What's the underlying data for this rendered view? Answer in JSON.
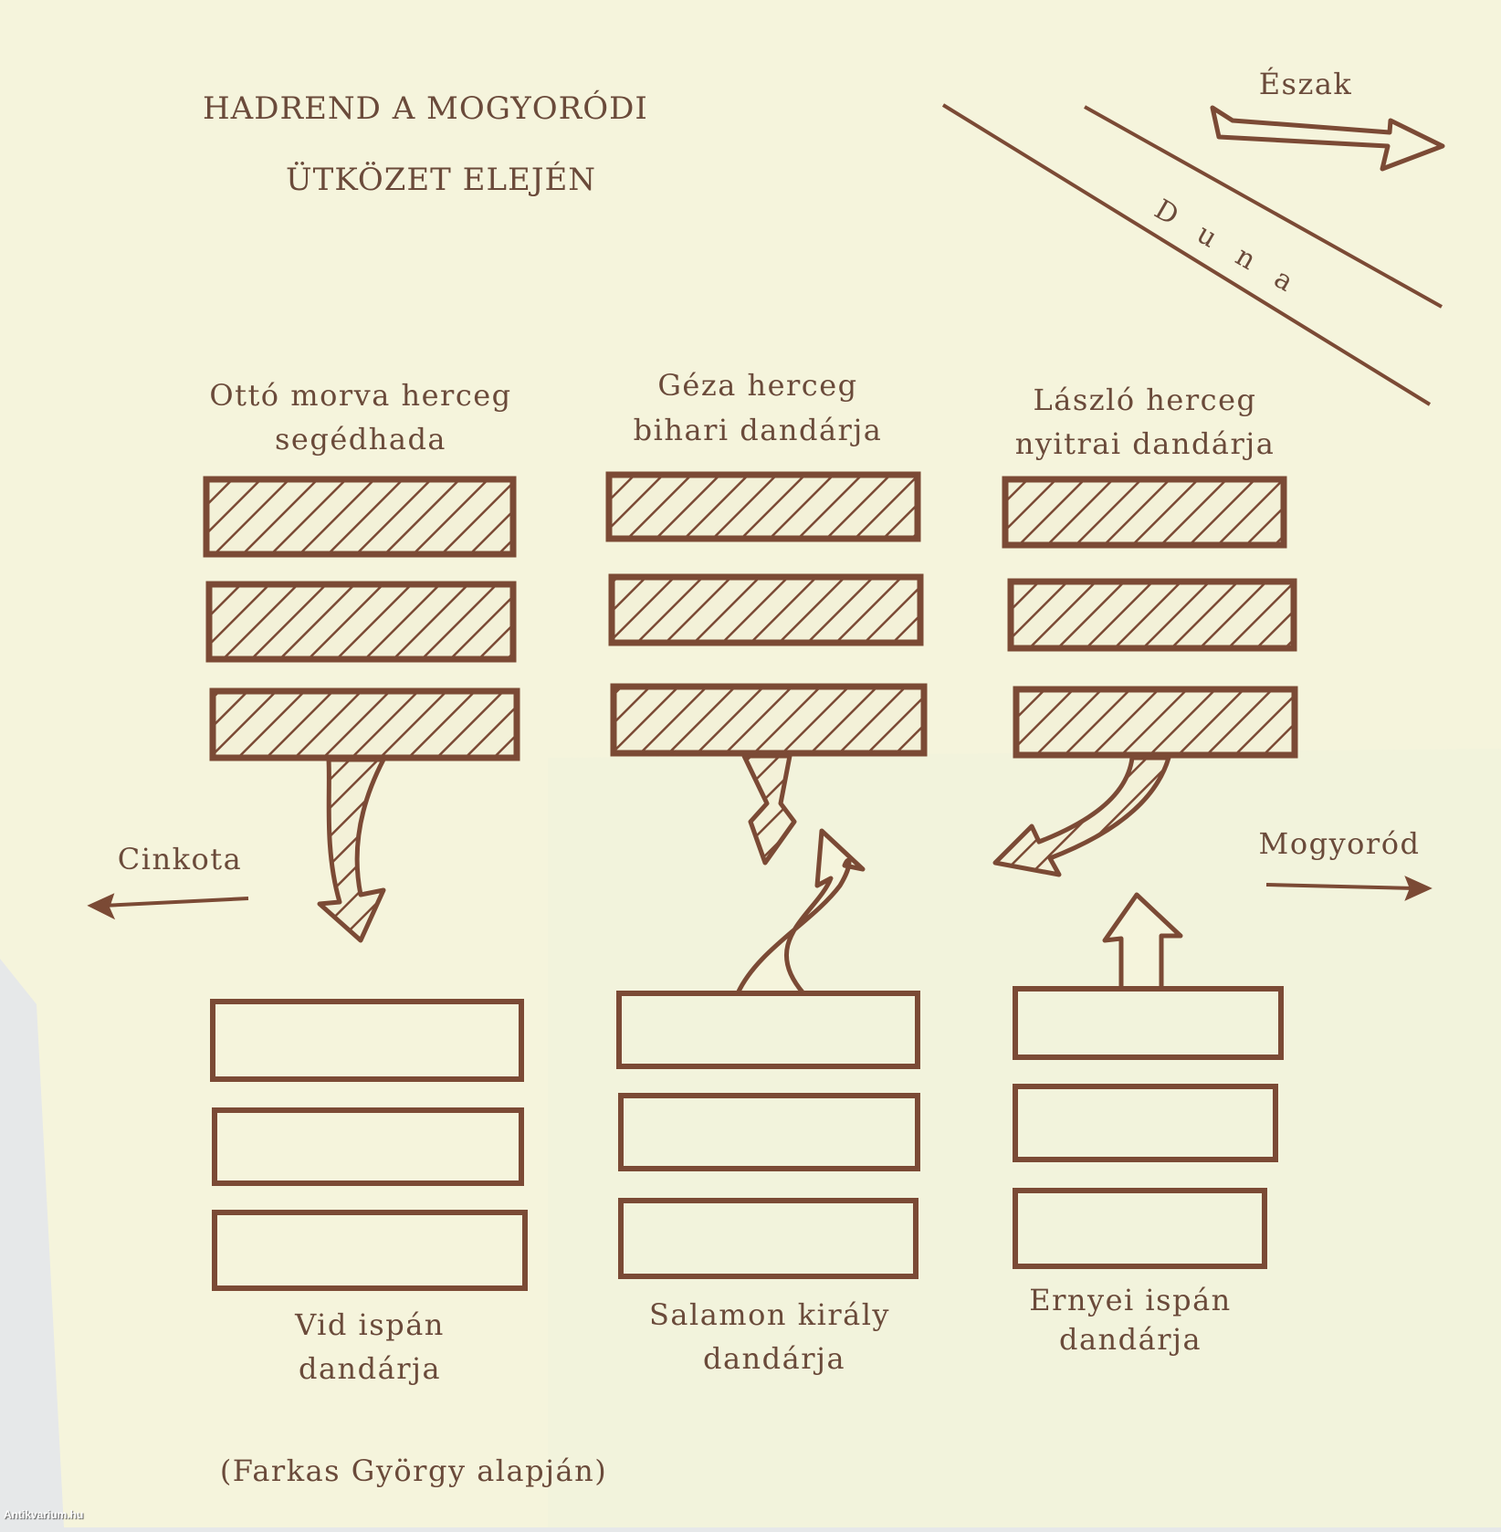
{
  "title": {
    "line1": "HADREND A MOGYORÓDI",
    "line2": "ÜTKÖZET ELEJÉN"
  },
  "compass": {
    "label": "Észak"
  },
  "river": {
    "label": "D u n a"
  },
  "top_units": [
    {
      "line1": "Ottó morva herceg",
      "line2": "segédhada"
    },
    {
      "line1": "Géza herceg",
      "line2": "bihari dandárja"
    },
    {
      "line1": "László herceg",
      "line2": "nyitrai dandárja"
    }
  ],
  "bottom_units": [
    {
      "line1": "Vid ispán",
      "line2": "dandárja"
    },
    {
      "line1": "Salamon király",
      "line2": "dandárja"
    },
    {
      "line1": "Ernyei ispán",
      "line2": "dandárja"
    }
  ],
  "directions": {
    "west": "Cinkota",
    "east": "Mogyoród"
  },
  "credit": "(Farkas György alapján)",
  "watermark": "Antikvarium.hu",
  "colors": {
    "paper": "#f5f4dc",
    "ink": "#7b4a35"
  }
}
